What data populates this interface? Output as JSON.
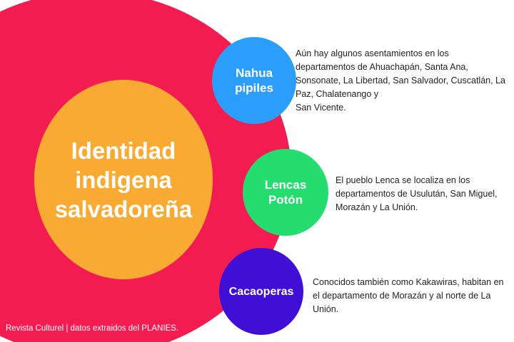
{
  "colors": {
    "outer_circle": "#f31c50",
    "center_circle": "#f9aa32",
    "nahua_circle": "#2b9dfb",
    "lencas_circle": "#25dc6e",
    "cacaoperas_circle": "#3f0fd6"
  },
  "center": {
    "title": "Identidad indigena salvadoreña"
  },
  "groups": [
    {
      "name": "Nahua pipiles",
      "description": " Aún hay algunos asentamientos  en los departamentos de Ahuachapán, Santa Ana, Sonsonate, La Libertad, San Salvador, Cuscatlán, La Paz, Chalatenango y\nSan Vicente."
    },
    {
      "name": "Lencas Potón",
      "description": "El pueblo Lenca se localiza en los departamentos de Usulután, San Miguel, Morazán y La Unión."
    },
    {
      "name": "Cacaoperas",
      "description": "Conocidos también como Kakawiras, habitan en el departamento de Morazán y al norte de La Unión."
    }
  ],
  "footer": {
    "credit": "Revista Culturel | datos extraidos del PLANIES."
  }
}
